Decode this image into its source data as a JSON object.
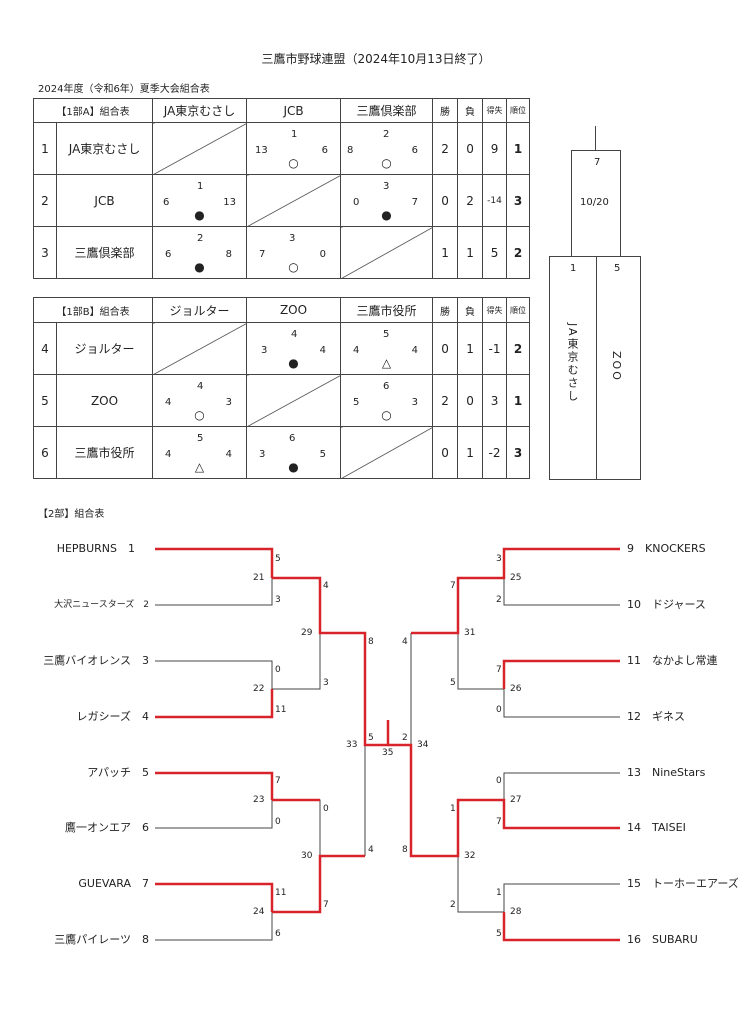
{
  "title": "三鷹市野球連盟（2024年10月13日終了）",
  "subtitle": "2024年度（令和6年）夏季大会組合表",
  "groupA": {
    "label": "【1部A】組合表",
    "cols": [
      "JA東京むさし",
      "JCB",
      "三鷹倶楽部"
    ],
    "h_win": "勝",
    "h_lose": "負",
    "h_diff": "得失",
    "h_rank": "順位",
    "rows": [
      {
        "no": "1",
        "team": "JA東京むさし",
        "win": "2",
        "lose": "0",
        "diff": "9",
        "rank": "1"
      },
      {
        "no": "2",
        "team": "JCB",
        "win": "0",
        "lose": "2",
        "diff": "-14",
        "rank": "3"
      },
      {
        "no": "3",
        "team": "三鷹倶楽部",
        "win": "1",
        "lose": "1",
        "diff": "5",
        "rank": "2"
      }
    ],
    "results": {
      "r1c2": {
        "g": "1",
        "l": "13",
        "r": "6",
        "m": "○"
      },
      "r1c3": {
        "g": "2",
        "l": "8",
        "r": "6",
        "m": "○"
      },
      "r2c1": {
        "g": "1",
        "l": "6",
        "r": "13",
        "m": "●"
      },
      "r2c3": {
        "g": "3",
        "l": "0",
        "r": "7",
        "m": "●"
      },
      "r3c1": {
        "g": "2",
        "l": "6",
        "r": "8",
        "m": "●"
      },
      "r3c2": {
        "g": "3",
        "l": "7",
        "r": "0",
        "m": "○"
      }
    }
  },
  "groupB": {
    "label": "【1部B】組合表",
    "cols": [
      "ジョルター",
      "ZOO",
      "三鷹市役所"
    ],
    "h_win": "勝",
    "h_lose": "負",
    "h_diff": "得失",
    "h_rank": "順位",
    "rows": [
      {
        "no": "4",
        "team": "ジョルター",
        "win": "0",
        "lose": "1",
        "diff": "-1",
        "rank": "2"
      },
      {
        "no": "5",
        "team": "ZOO",
        "win": "2",
        "lose": "0",
        "diff": "3",
        "rank": "1"
      },
      {
        "no": "6",
        "team": "三鷹市役所",
        "win": "0",
        "lose": "1",
        "diff": "-2",
        "rank": "3"
      }
    ],
    "results": {
      "r1c2": {
        "g": "4",
        "l": "3",
        "r": "4",
        "m": "●"
      },
      "r1c3": {
        "g": "5",
        "l": "4",
        "r": "4",
        "m": "△"
      },
      "r2c1": {
        "g": "4",
        "l": "4",
        "r": "3",
        "m": "○"
      },
      "r2c3": {
        "g": "6",
        "l": "5",
        "r": "3",
        "m": "○"
      },
      "r3c1": {
        "g": "5",
        "l": "4",
        "r": "4",
        "m": "△"
      },
      "r3c2": {
        "g": "6",
        "l": "3",
        "r": "5",
        "m": "●"
      }
    }
  },
  "final1": {
    "game": "7",
    "date": "10/20",
    "left_no": "1",
    "right_no": "5",
    "left_team": "JA東京むさし",
    "right_team": "ZOO"
  },
  "div2": {
    "label": "【2部】組合表",
    "left_teams": [
      {
        "name": "HEPBURNS",
        "no": "1"
      },
      {
        "name": "大沢ニュースターズ",
        "no": "2"
      },
      {
        "name": "三鷹バイオレンス",
        "no": "3"
      },
      {
        "name": "レガシーズ",
        "no": "4"
      },
      {
        "name": "アパッチ",
        "no": "5"
      },
      {
        "name": "鷹一オンエア",
        "no": "6"
      },
      {
        "name": "GUEVARA",
        "no": "7"
      },
      {
        "name": "三鷹パイレーツ",
        "no": "8"
      }
    ],
    "right_teams": [
      {
        "name": "KNOCKERS",
        "no": "9"
      },
      {
        "name": "ドジャース",
        "no": "10"
      },
      {
        "name": "なかよし常連",
        "no": "11"
      },
      {
        "name": "ギネス",
        "no": "12"
      },
      {
        "name": "NineStars",
        "no": "13"
      },
      {
        "name": "TAISEI",
        "no": "14"
      },
      {
        "name": "トーホーエアーズ",
        "no": "15"
      },
      {
        "name": "SUBARU",
        "no": "16"
      }
    ],
    "games": {
      "g21": "21",
      "g22": "22",
      "g23": "23",
      "g24": "24",
      "g25": "25",
      "g26": "26",
      "g27": "27",
      "g28": "28",
      "g29": "29",
      "g30": "30",
      "g31": "31",
      "g32": "32",
      "g33": "33",
      "g34": "34",
      "g35": "35"
    },
    "scores": {
      "s21a": "5",
      "s21b": "3",
      "s22a": "0",
      "s22b": "11",
      "s23a": "7",
      "s23b": "0",
      "s24a": "11",
      "s24b": "6",
      "s25a": "3",
      "s25b": "2",
      "s26a": "7",
      "s26b": "0",
      "s27a": "0",
      "s27b": "7",
      "s28a": "1",
      "s28b": "5",
      "s29a": "4",
      "s29b": "3",
      "s30a": "0",
      "s30b": "7",
      "s31a": "7",
      "s31b": "5",
      "s32a": "1",
      "s32b": "2",
      "s33a": "8",
      "s33b": "4",
      "s34a": "4",
      "s34b": "8",
      "s35a": "5",
      "s35b": "2"
    },
    "win_color": "#d8232a"
  }
}
